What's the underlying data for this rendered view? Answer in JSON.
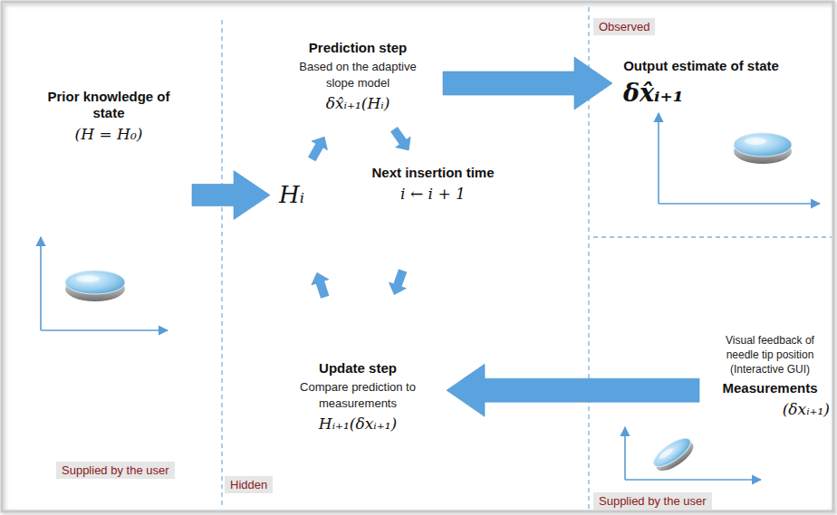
{
  "diagram": {
    "nodes": [
      {
        "text": [
          "Prior knowledge of state",
          "(H = H₀)"
        ]
      },
      {
        "text": [
          "Hᵢ"
        ]
      },
      {
        "text": [
          "Prediction step",
          "Based on the adaptive slope model",
          "δx̂ᵢ₊₁(Hᵢ)"
        ]
      },
      {
        "text": [
          "Next insertion time",
          "i ← i + 1"
        ]
      },
      {
        "text": [
          "Update step",
          "Compare prediction to measurements",
          "Hᵢ₊₁(δxᵢ₊₁)"
        ]
      },
      {
        "text": [
          "Output estimate of state",
          "δx̂ᵢ₊₁"
        ]
      },
      {
        "text": [
          "Visual feedback of needle tip position (Interactive GUI)",
          "Measurements",
          "(δxᵢ₊₁)"
        ]
      }
    ],
    "edges": [
      {
        "from": 0,
        "to": 1,
        "arrow": "to"
      },
      {
        "from": 1,
        "to": 2,
        "arrow": "to"
      },
      {
        "from": 2,
        "to": 3,
        "arrow": "to"
      },
      {
        "from": 3,
        "to": 4,
        "arrow": "to"
      },
      {
        "from": 4,
        "to": 1,
        "arrow": "to"
      },
      {
        "from": 2,
        "to": 5,
        "arrow": "to"
      },
      {
        "from": 6,
        "to": 4,
        "arrow": "to"
      }
    ],
    "labels": [
      "Supplied by the user",
      "Hidden",
      "Observed",
      "Supplied by the user"
    ]
  }
}
